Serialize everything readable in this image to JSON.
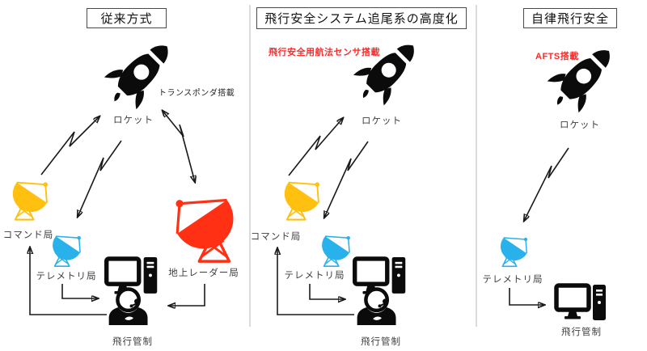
{
  "colors": {
    "command_station": "#FFC010",
    "telemetry_station": "#29B1EC",
    "radar_station": "#FF3014",
    "note_red": "#FF2B2B",
    "divider": "#DBDBDB"
  },
  "panels": [
    {
      "title": "従来方式",
      "rocket": {
        "label": "ロケット",
        "note": "トランスポンダ搭載"
      },
      "stations": [
        {
          "name": "command",
          "label": "コマンド局"
        },
        {
          "name": "telemetry",
          "label": "テレメトリ局"
        },
        {
          "name": "ground-radar",
          "label": "地上レーダー局"
        }
      ],
      "control": {
        "label": "飛行管制"
      }
    },
    {
      "title": "飛行安全システム追尾系の高度化",
      "rocket": {
        "label": "ロケット",
        "note": "飛行安全用航法センサ搭載"
      },
      "stations": [
        {
          "name": "command",
          "label": "コマンド局"
        },
        {
          "name": "telemetry",
          "label": "テレメトリ局"
        }
      ],
      "control": {
        "label": "飛行管制"
      }
    },
    {
      "title": "自律飛行安全",
      "rocket": {
        "label": "ロケット",
        "note": "AFTS搭載"
      },
      "stations": [
        {
          "name": "telemetry",
          "label": "テレメトリ局"
        }
      ],
      "control": {
        "label": "飛行管制"
      }
    }
  ]
}
